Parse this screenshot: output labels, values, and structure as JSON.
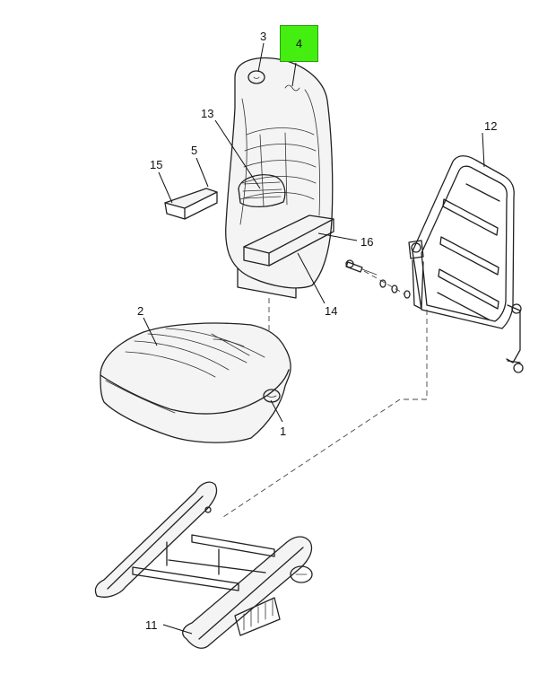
{
  "diagram": {
    "callouts": [
      {
        "id": "c1",
        "label": "1"
      },
      {
        "id": "c2",
        "label": "2"
      },
      {
        "id": "c3",
        "label": "3"
      },
      {
        "id": "c4",
        "label": "4",
        "highlighted": true,
        "highlight_color": "#44ee11"
      },
      {
        "id": "c5",
        "label": "5"
      },
      {
        "id": "c11",
        "label": "11"
      },
      {
        "id": "c12",
        "label": "12"
      },
      {
        "id": "c13",
        "label": "13"
      },
      {
        "id": "c14",
        "label": "14"
      },
      {
        "id": "c15",
        "label": "15"
      },
      {
        "id": "c16",
        "label": "16"
      }
    ]
  }
}
